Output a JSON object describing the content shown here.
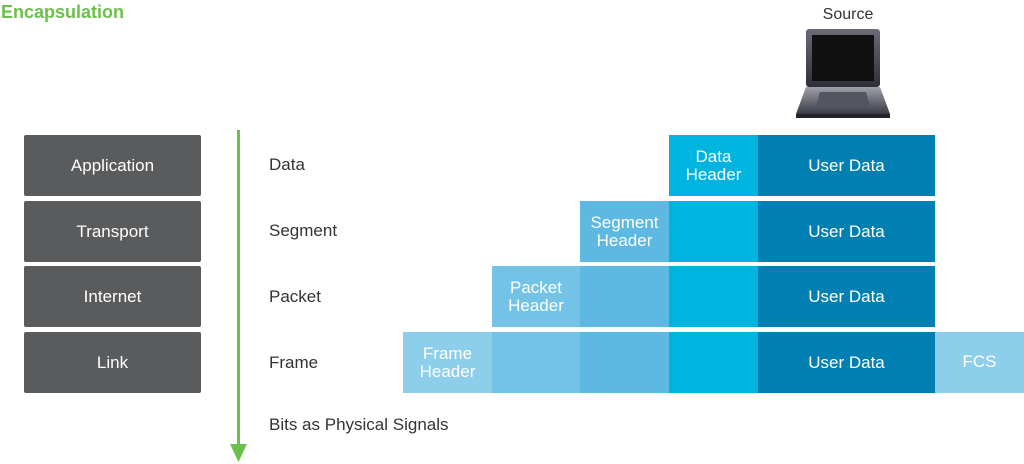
{
  "title": "Encapsulation",
  "source_label": "Source",
  "layers": [
    "Application",
    "Transport",
    "Internet",
    "Link"
  ],
  "pdus": [
    "Data",
    "Segment",
    "Packet",
    "Frame"
  ],
  "bits_label": "Bits as Physical Signals",
  "headers": {
    "data": "Data\nHeader",
    "segment": "Segment\nHeader",
    "packet": "Packet\nHeader",
    "frame": "Frame\nHeader"
  },
  "user_data": "User Data",
  "fcs": "FCS",
  "colors": {
    "title": "#6cbf4a",
    "layer_box": "#5a5b5d",
    "user_data": "#0080b2",
    "data_header": "#00b4e0",
    "arrow": "#6cbf4a"
  },
  "icons": [
    "laptop-icon",
    "arrow-down-icon"
  ]
}
